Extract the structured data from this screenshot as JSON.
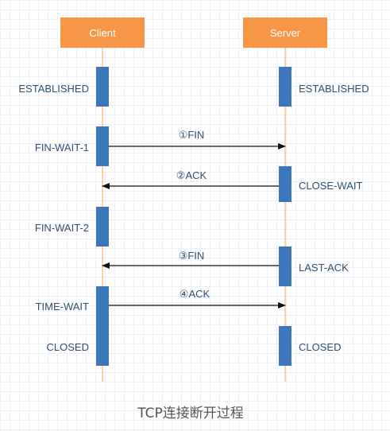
{
  "actors": {
    "client": "Client",
    "server": "Server"
  },
  "client_states": [
    "ESTABLISHED",
    "FIN-WAIT-1",
    "FIN-WAIT-2",
    "TIME-WAIT",
    "CLOSED"
  ],
  "server_states": [
    "ESTABLISHED",
    "CLOSE-WAIT",
    "LAST-ACK",
    "CLOSED"
  ],
  "messages": [
    {
      "label": "①FIN",
      "from": "client",
      "to": "server"
    },
    {
      "label": "②ACK",
      "from": "server",
      "to": "client"
    },
    {
      "label": "③FIN",
      "from": "server",
      "to": "client"
    },
    {
      "label": "④ACK",
      "from": "client",
      "to": "server"
    }
  ],
  "caption": "TCP连接断开过程",
  "colors": {
    "actor_box": "#f79646",
    "lifeline": "#f6b37a",
    "activation": "#3d77bb",
    "label_text": "#2f4f74",
    "arrow": "#111111"
  }
}
